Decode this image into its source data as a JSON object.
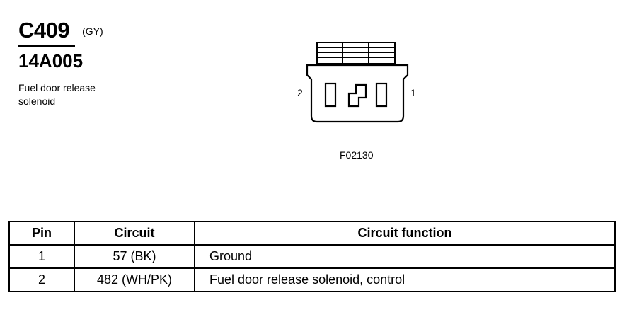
{
  "connector": {
    "id": "C409",
    "color": "(GY)",
    "part_number": "14A005",
    "description": "Fuel door release solenoid",
    "pin_labels": {
      "left": "2",
      "right": "1"
    },
    "figure_ref": "F02130"
  },
  "table": {
    "headers": {
      "pin": "Pin",
      "circuit": "Circuit",
      "function": "Circuit function"
    },
    "rows": [
      {
        "pin": "1",
        "circuit": "57 (BK)",
        "function": "Ground"
      },
      {
        "pin": "2",
        "circuit": "482 (WH/PK)",
        "function": "Fuel door release solenoid, control"
      }
    ]
  }
}
